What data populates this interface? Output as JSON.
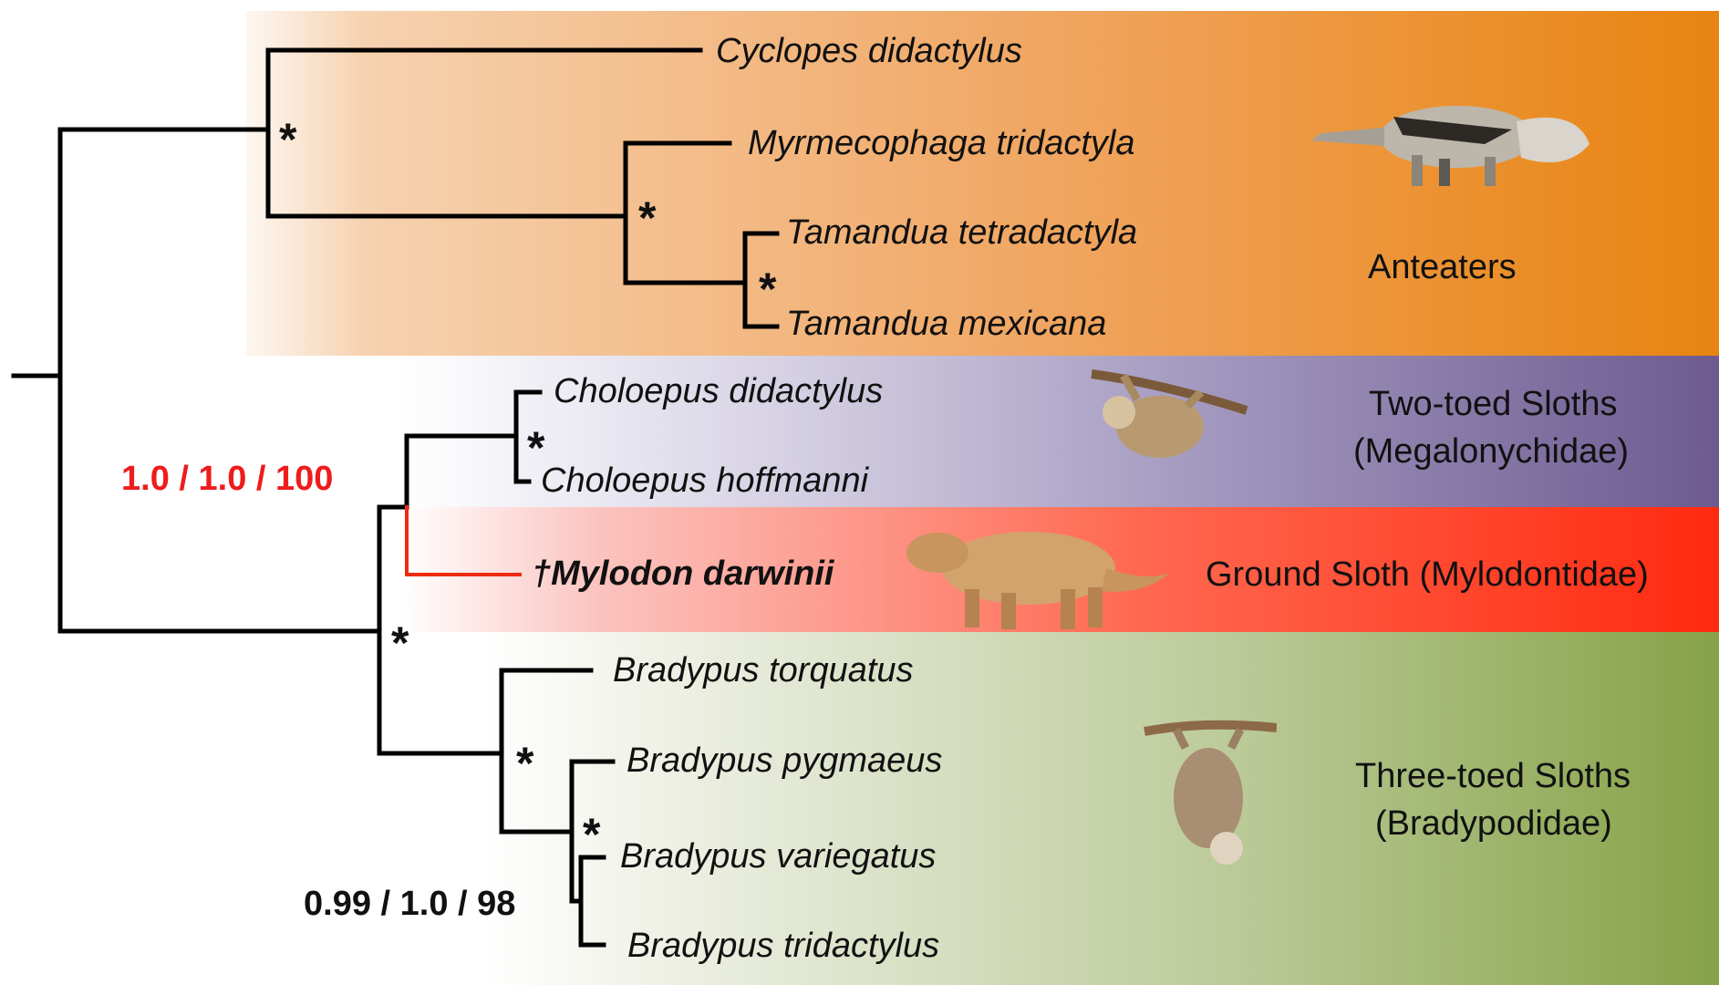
{
  "colors": {
    "branch": "#000000",
    "highlight_branch": "#ee2a10",
    "highlight_label": "#ee1c1c",
    "anteaters_band": "#e88410",
    "two_toed_band": "#6d5b90",
    "ground_band": "#ff2a10",
    "three_toed_band": "#86a247"
  },
  "taxa": {
    "cyclopes": "Cyclopes didactylus",
    "myrmecophaga": "Myrmecophaga tridactyla",
    "tam_tetra": "Tamandua tetradactyla",
    "tam_mex": "Tamandua mexicana",
    "chol_did": "Choloepus didactylus",
    "chol_hof": "Choloepus hoffmanni",
    "mylodon": "†Mylodon darwinii",
    "brad_tor": "Bradypus torquatus",
    "brad_pyg": "Bradypus pygmaeus",
    "brad_var": "Bradypus variegatus",
    "brad_tri": "Bradypus tridactylus"
  },
  "groups": {
    "anteaters": "Anteaters",
    "two_toed_1": "Two-toed Sloths",
    "two_toed_2": "(Megalonychidae)",
    "ground": "Ground Sloth (Mylodontidae)",
    "three_toed_1": "Three-toed Sloths",
    "three_toed_2": "(Bradypodidae)"
  },
  "support": {
    "star": "*",
    "mylodon_node": "1.0 / 1.0  / 100",
    "bradypus_node": "0.99 / 1.0  / 98"
  },
  "icons": [
    "anteater-illustration-icon",
    "two-toed-sloth-illustration-icon",
    "ground-sloth-illustration-icon",
    "three-toed-sloth-illustration-icon"
  ]
}
